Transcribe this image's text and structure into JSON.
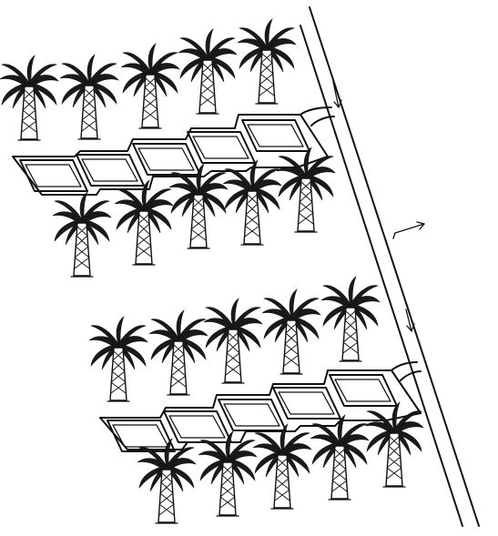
{
  "diagram": {
    "colors": {
      "ink": "#111111",
      "paper": "#ffffff"
    },
    "groups": [
      {
        "rows_of_palms": 2,
        "palms_per_row": 5,
        "basins": 5
      },
      {
        "rows_of_palms": 2,
        "palms_per_row": 5,
        "basins": 5
      }
    ],
    "icons": [
      "palm-tree-icon",
      "flow-arrow-icon"
    ]
  }
}
